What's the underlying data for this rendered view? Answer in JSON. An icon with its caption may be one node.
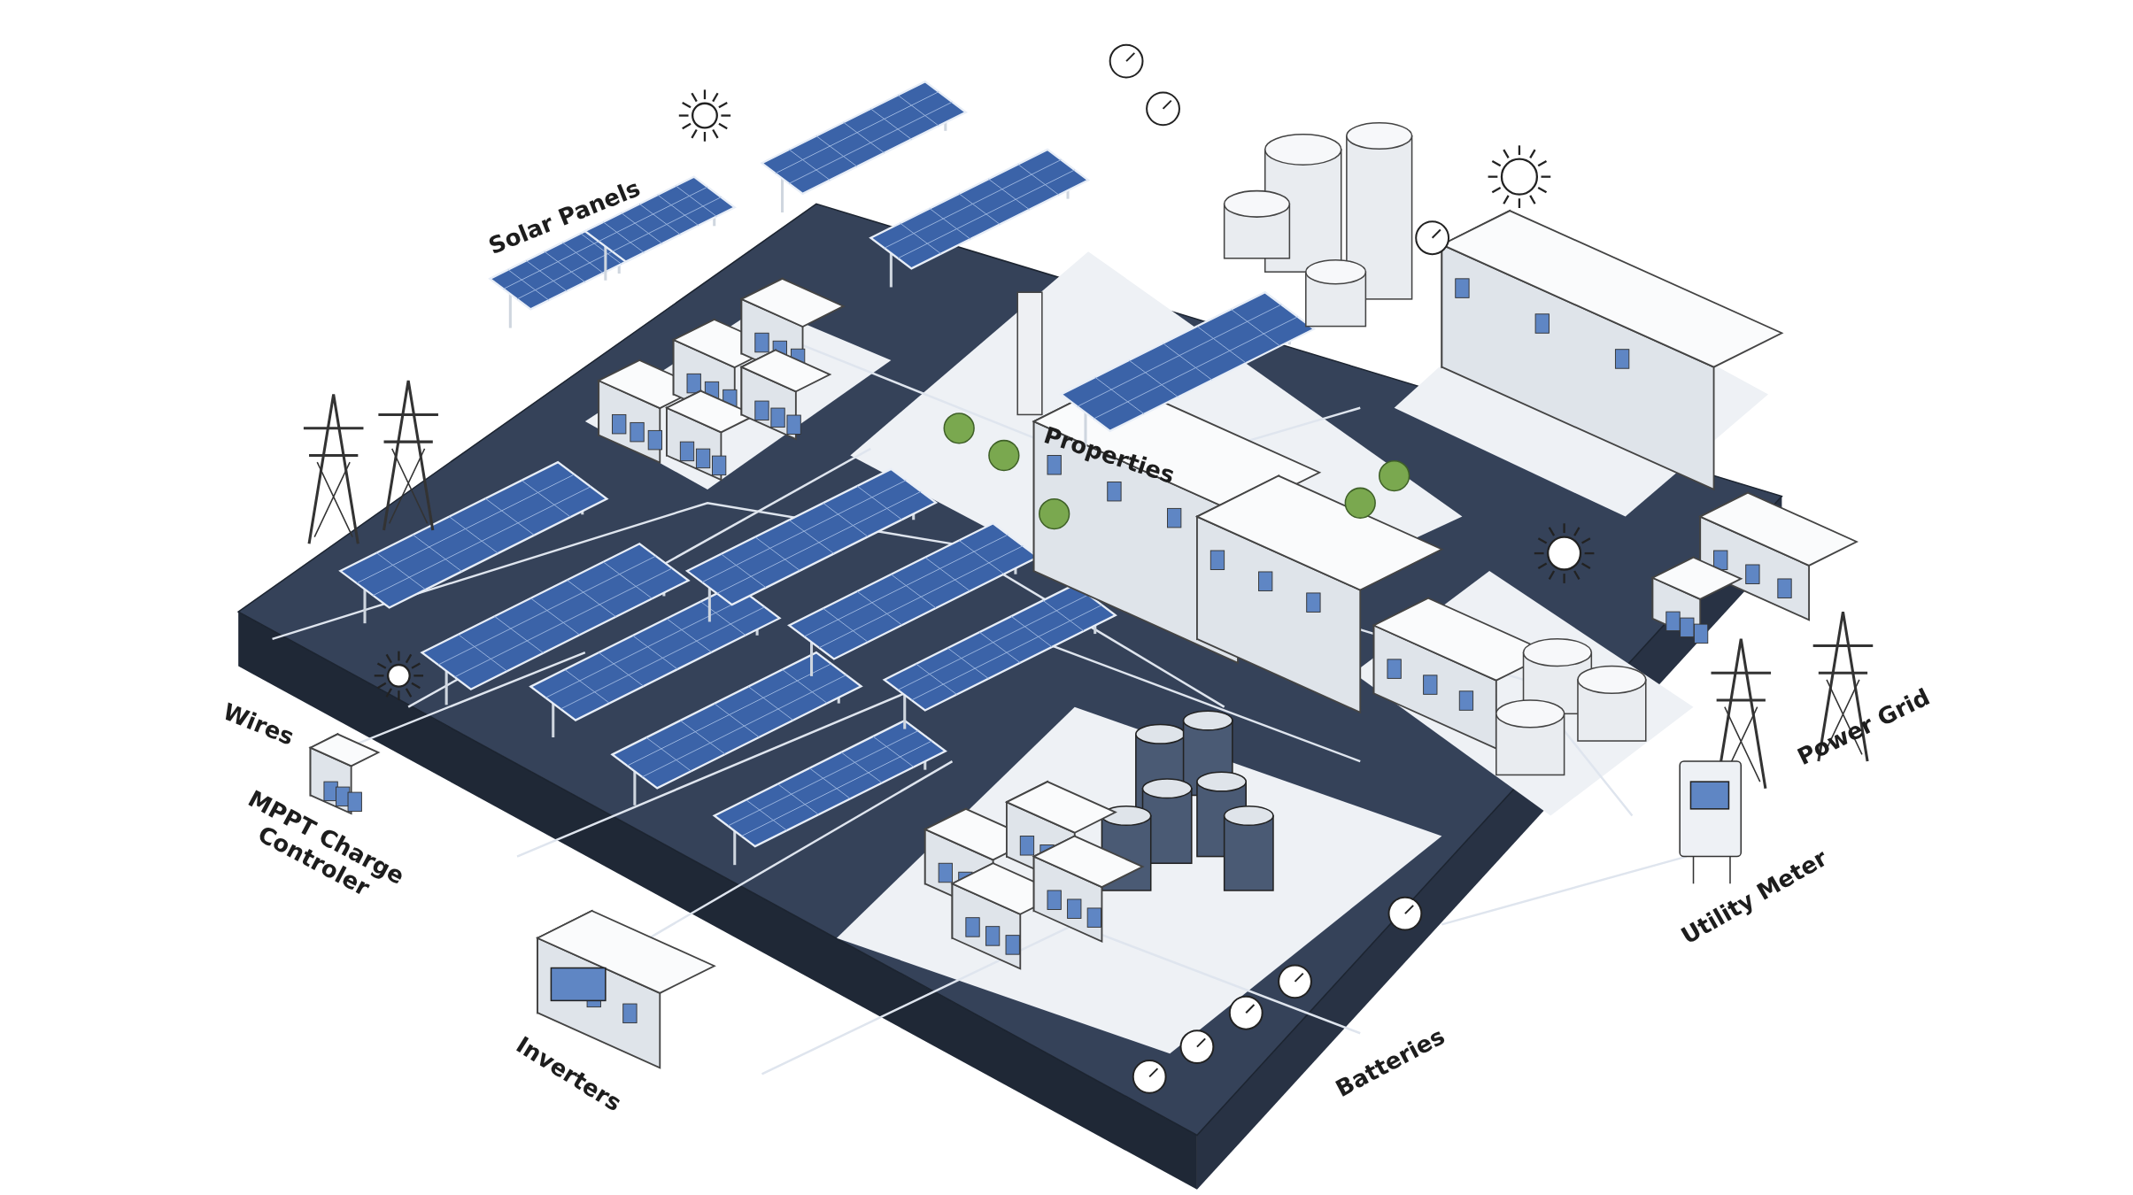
{
  "diagram": {
    "labels": [
      "Solar Panels",
      "Properties",
      "Wires",
      "MPPT Charge Controler",
      "Inverters",
      "Batteries",
      "Utility Meter",
      "Power Grid"
    ]
  }
}
